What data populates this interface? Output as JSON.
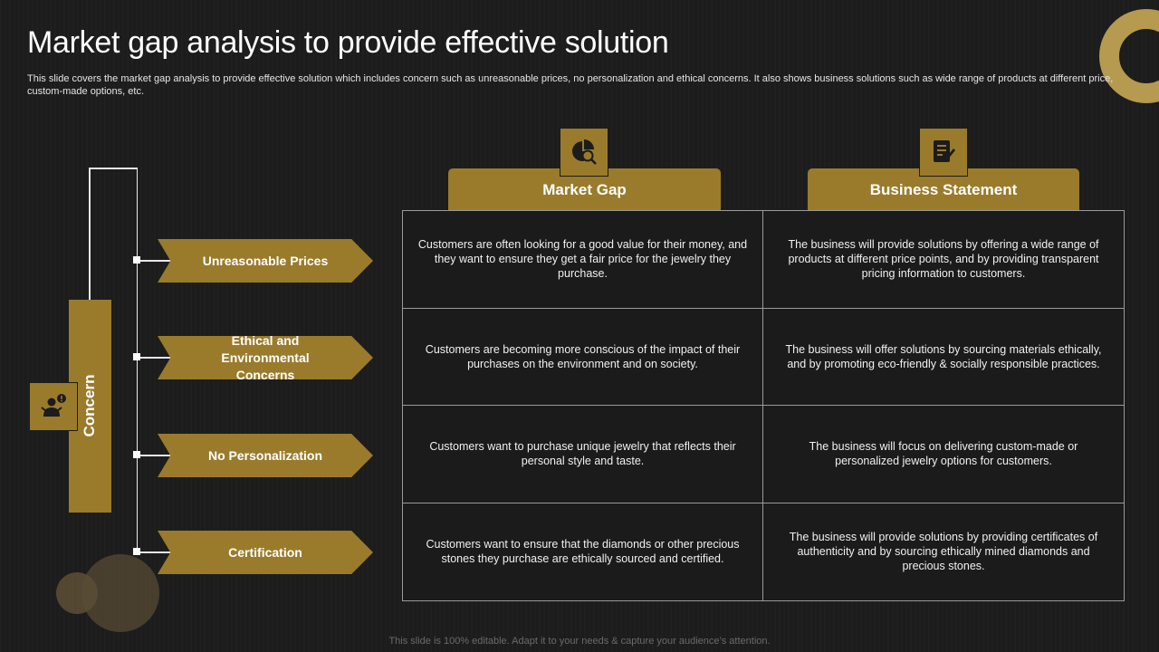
{
  "title": "Market gap analysis to provide effective solution",
  "subtitle": "This slide covers the market gap analysis to provide effective solution which includes concern such as unreasonable prices, no personalization and ethical concerns. It also shows business solutions such as wide range of products at different price, custom-made options, etc.",
  "concern_label": "Concern",
  "headers": {
    "market_gap": "Market Gap",
    "business_statement": "Business Statement"
  },
  "rows": [
    {
      "concern": "Unreasonable Prices",
      "gap": "Customers are often looking for a good value for their money, and they want to ensure they get a fair price for the jewelry they purchase.",
      "statement": "The business will provide solutions by offering a wide range of products at different price points, and by providing transparent pricing information to customers."
    },
    {
      "concern": "Ethical and Environmental Concerns",
      "gap": "Customers are becoming more conscious of the impact of their purchases on the environment and on society.",
      "statement": "The business will offer solutions by sourcing materials ethically, and by promoting eco-friendly & socially responsible practices."
    },
    {
      "concern": "No Personalization",
      "gap": "Customers want to purchase unique jewelry that reflects their personal style and taste.",
      "statement": "The business will focus on delivering custom-made or personalized jewelry options for customers."
    },
    {
      "concern": "Certification",
      "gap": "Customers want to ensure that the diamonds or other precious stones they purchase are ethically sourced and certified.",
      "statement": "The business will provide solutions by providing certificates of authenticity and by sourcing ethically mined diamonds and precious stones."
    }
  ],
  "footer": "This slide is 100% editable. Adapt it to your needs & capture your audience’s attention.",
  "icons": {
    "concern": "person-speech-icon",
    "market_gap": "pie-chart-magnifier-icon",
    "business_statement": "document-pen-icon"
  },
  "colors": {
    "accent": "#9a7b2c",
    "background": "#1c1c1c"
  }
}
